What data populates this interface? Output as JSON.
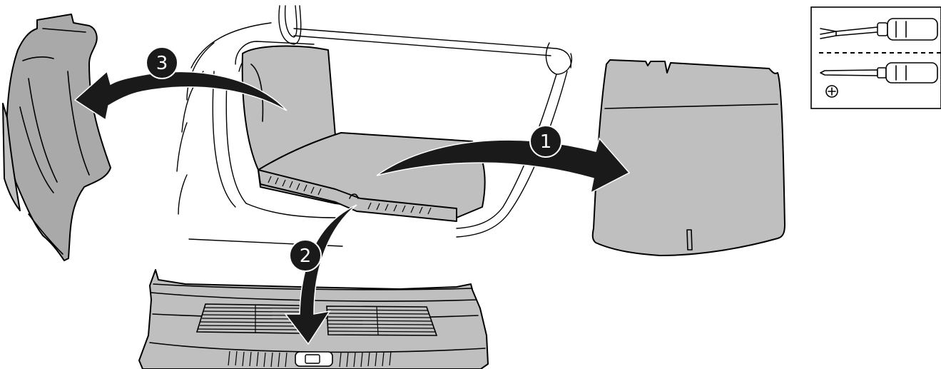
{
  "steps": [
    {
      "number": "1"
    },
    {
      "number": "2"
    },
    {
      "number": "3"
    }
  ],
  "tools": {
    "items": [
      "trim-removal-tool-icon",
      "phillips-screwdriver-icon"
    ],
    "screw_symbol": "phillips-screw-icon"
  },
  "colors": {
    "panel_fill": "#bfbfbf",
    "arrow_fill": "#1a1a1a",
    "badge_text": "#ffffff"
  }
}
